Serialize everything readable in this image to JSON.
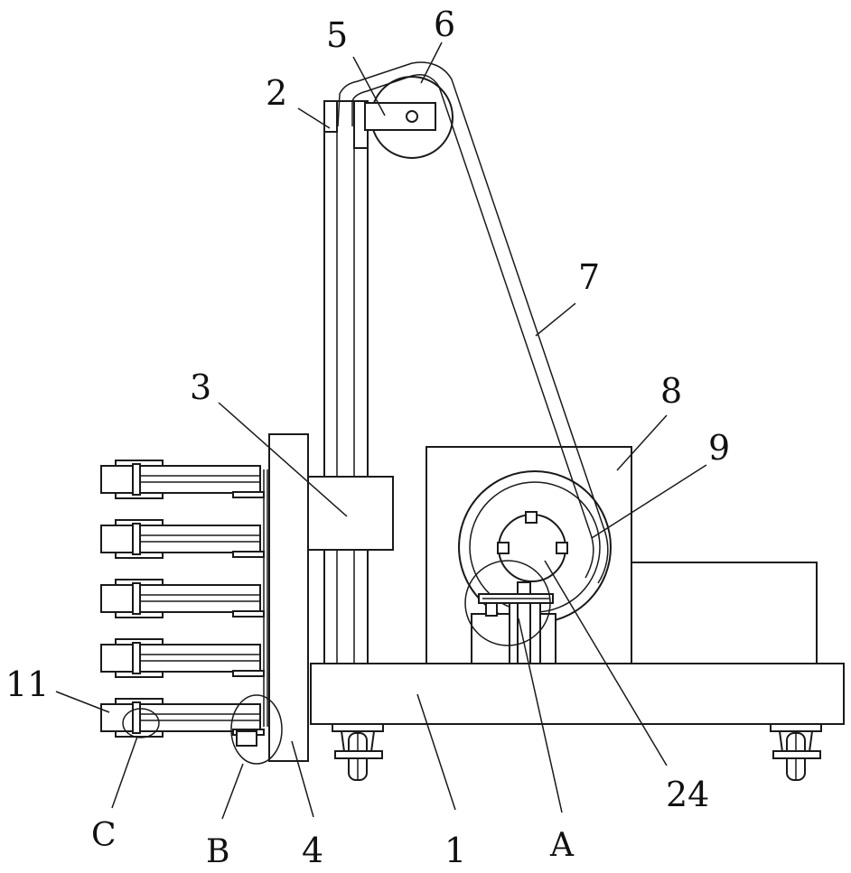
{
  "callouts": {
    "c1": "1",
    "c2": "2",
    "c3": "3",
    "c4": "4",
    "c5": "5",
    "c6": "6",
    "c7": "7",
    "c8": "8",
    "c9": "9",
    "c11": "11",
    "c24": "24",
    "cA": "A",
    "cB": "B",
    "cC": "C"
  },
  "colors": {
    "line": "#1a1a1a",
    "background": "#ffffff"
  }
}
